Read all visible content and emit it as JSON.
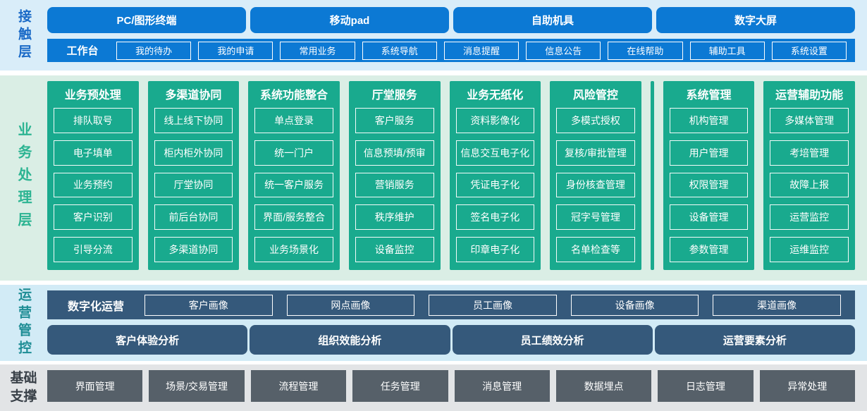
{
  "layers": {
    "contact": {
      "label": "接触层",
      "channels": [
        "PC/图形终端",
        "移动pad",
        "自助机具",
        "数字大屏"
      ],
      "workbench": {
        "label": "工作台",
        "items": [
          "我的待办",
          "我的申请",
          "常用业务",
          "系统导航",
          "消息提醒",
          "信息公告",
          "在线帮助",
          "辅助工具",
          "系统设置"
        ]
      }
    },
    "business": {
      "label": "业务处理层",
      "columns": [
        {
          "title": "业务预处理",
          "items": [
            "排队取号",
            "电子填单",
            "业务预约",
            "客户识别",
            "引导分流"
          ]
        },
        {
          "title": "多渠道协同",
          "items": [
            "线上线下协同",
            "柜内柜外协同",
            "厅堂协同",
            "前后台协同",
            "多渠道协同"
          ]
        },
        {
          "title": "系统功能整合",
          "items": [
            "单点登录",
            "统一门户",
            "统一客户服务",
            "界面/服务整合",
            "业务场景化"
          ]
        },
        {
          "title": "厅堂服务",
          "items": [
            "客户服务",
            "信息预填/预审",
            "营销服务",
            "秩序维护",
            "设备监控"
          ]
        },
        {
          "title": "业务无纸化",
          "items": [
            "资料影像化",
            "信息交互电子化",
            "凭证电子化",
            "签名电子化",
            "印章电子化"
          ]
        },
        {
          "title": "风险管控",
          "items": [
            "多模式授权",
            "复核/审批管理",
            "身份核查管理",
            "冠字号管理",
            "名单检查等"
          ]
        },
        {
          "title": "系统管理",
          "items": [
            "机构管理",
            "用户管理",
            "权限管理",
            "设备管理",
            "参数管理"
          ]
        },
        {
          "title": "运营辅助功能",
          "items": [
            "多媒体管理",
            "考培管理",
            "故障上报",
            "运营监控",
            "运维监控"
          ]
        }
      ]
    },
    "operation": {
      "label": "运营管控",
      "digital_row": {
        "label": "数字化运营",
        "items": [
          "客户画像",
          "网点画像",
          "员工画像",
          "设备画像",
          "渠道画像"
        ]
      },
      "analysis_row": [
        "客户体验分析",
        "组织效能分析",
        "员工绩效分析",
        "运营要素分析"
      ]
    },
    "foundation": {
      "label": "基础支撑",
      "items": [
        "界面管理",
        "场景/交易管理",
        "流程管理",
        "任务管理",
        "消息管理",
        "数据埋点",
        "日志管理",
        "异常处理"
      ]
    }
  },
  "colors": {
    "blue": "#0c79d4",
    "teal": "#19aa8e",
    "slate": "#35597b",
    "gray_box": "#566069",
    "band_blue": "#d9edf9",
    "band_green": "#daeee5",
    "band_cyan": "#d2ebf6",
    "band_gray": "#e2e4e6",
    "label_blue": "#1a6ac7",
    "label_green": "#2cb492",
    "label_teal": "#1e8d95",
    "label_dark": "#383f47"
  }
}
